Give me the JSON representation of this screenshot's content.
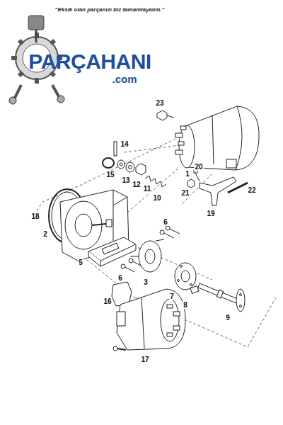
{
  "diagram": {
    "labels": [
      "\"Eksik olan parçanızı biz tamamlayalım.\"",
      "PARÇAHANI",
      ".com",
      "23",
      "1",
      "14",
      "15",
      "13",
      "12",
      "11",
      "10",
      "20",
      "21",
      "22",
      "19",
      "18",
      "2",
      "6",
      "5",
      "6",
      "3",
      "7",
      "8",
      "9",
      "16",
      "17"
    ]
  }
}
